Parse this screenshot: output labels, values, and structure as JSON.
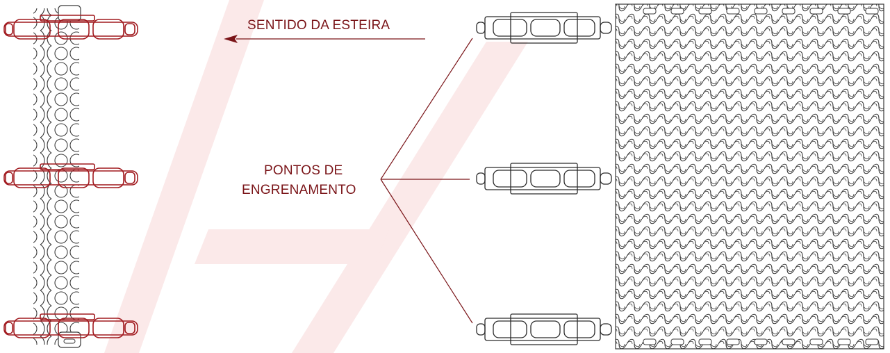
{
  "labels": {
    "direction": "SENTIDO DA ESTEIRA",
    "engagement_line1": "PONTOS DE",
    "engagement_line2": "ENGRENAMENTO"
  },
  "colors": {
    "accent": "#7a1418",
    "sprocket_red": "#a11a1f",
    "line_dark": "#2a2a2a",
    "watermark": "#fbe9e9"
  }
}
